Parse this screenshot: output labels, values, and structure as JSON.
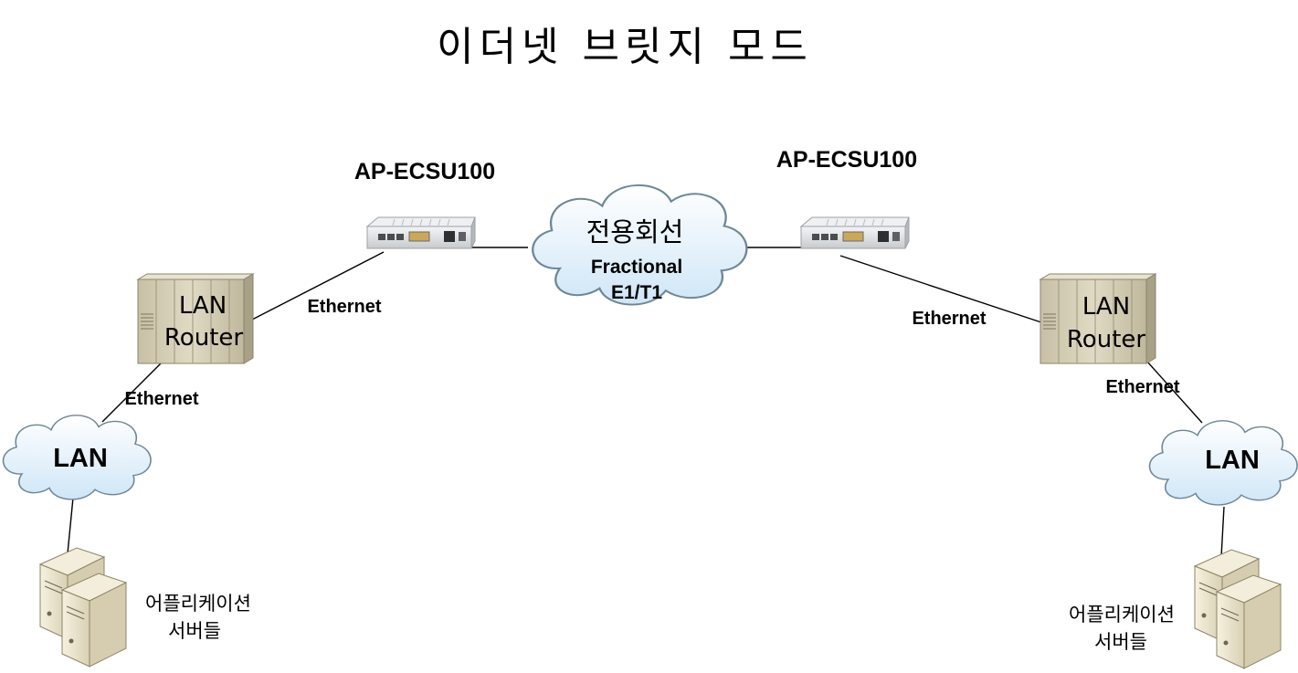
{
  "title": "이더넷 브릿지 모드",
  "left": {
    "device_label": "AP-ECSU100",
    "router_line1": "LAN",
    "router_line2": "Router",
    "link_router_device": "Ethernet",
    "link_router_lan": "Ethernet",
    "lan_label": "LAN",
    "servers_line1": "어플리케이션",
    "servers_line2": "서버들"
  },
  "center": {
    "cloud_line1": "전용회선",
    "cloud_line2": "Fractional",
    "cloud_line3": "E1/T1"
  },
  "right": {
    "device_label": "AP-ECSU100",
    "router_line1": "LAN",
    "router_line2": "Router",
    "link_router_device": "Ethernet",
    "link_router_lan": "Ethernet",
    "lan_label": "LAN",
    "servers_line1": "어플리케이션",
    "servers_line2": "서버들"
  },
  "colors": {
    "cloud_fill": "#dff0fb",
    "cloud_stroke": "#6e8796",
    "router_fill": "#d2ccb4",
    "device_fill": "#e4e6e8",
    "server_fill": "#ece6d2"
  },
  "icons": {
    "router": "router-icon",
    "device": "ap-ecsu100-device-icon",
    "cloud": "cloud-icon",
    "server": "server-stack-icon"
  }
}
